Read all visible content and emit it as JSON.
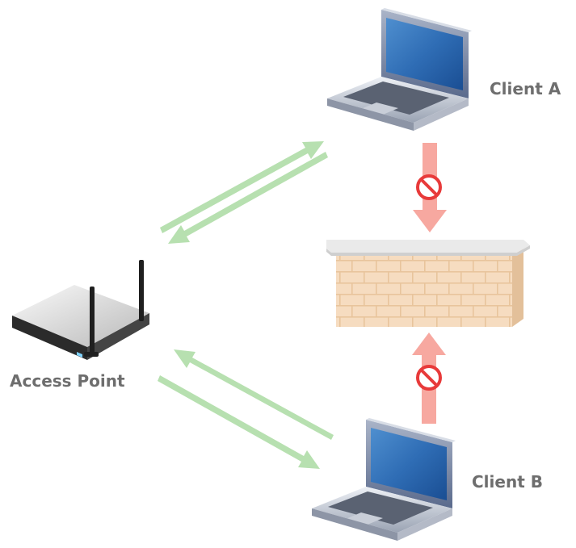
{
  "labels": {
    "client_a": "Client A",
    "client_b": "Client B",
    "access_point": "Access Point"
  },
  "colors": {
    "allowed_arrow": "#b7e0b0",
    "blocked_arrow": "#f7a8a0",
    "block_symbol": "#e83a3a",
    "wall_brick": "#f6dcc0",
    "wall_mortar": "#e8c49c",
    "wall_cap": "#eaeaea",
    "label_text": "#6e6e6e"
  },
  "icons": {
    "client_a": "laptop-icon",
    "client_b": "laptop-icon",
    "access_point": "wireless-router-icon",
    "firewall": "brick-wall-icon",
    "blocked": "no-entry-icon"
  }
}
